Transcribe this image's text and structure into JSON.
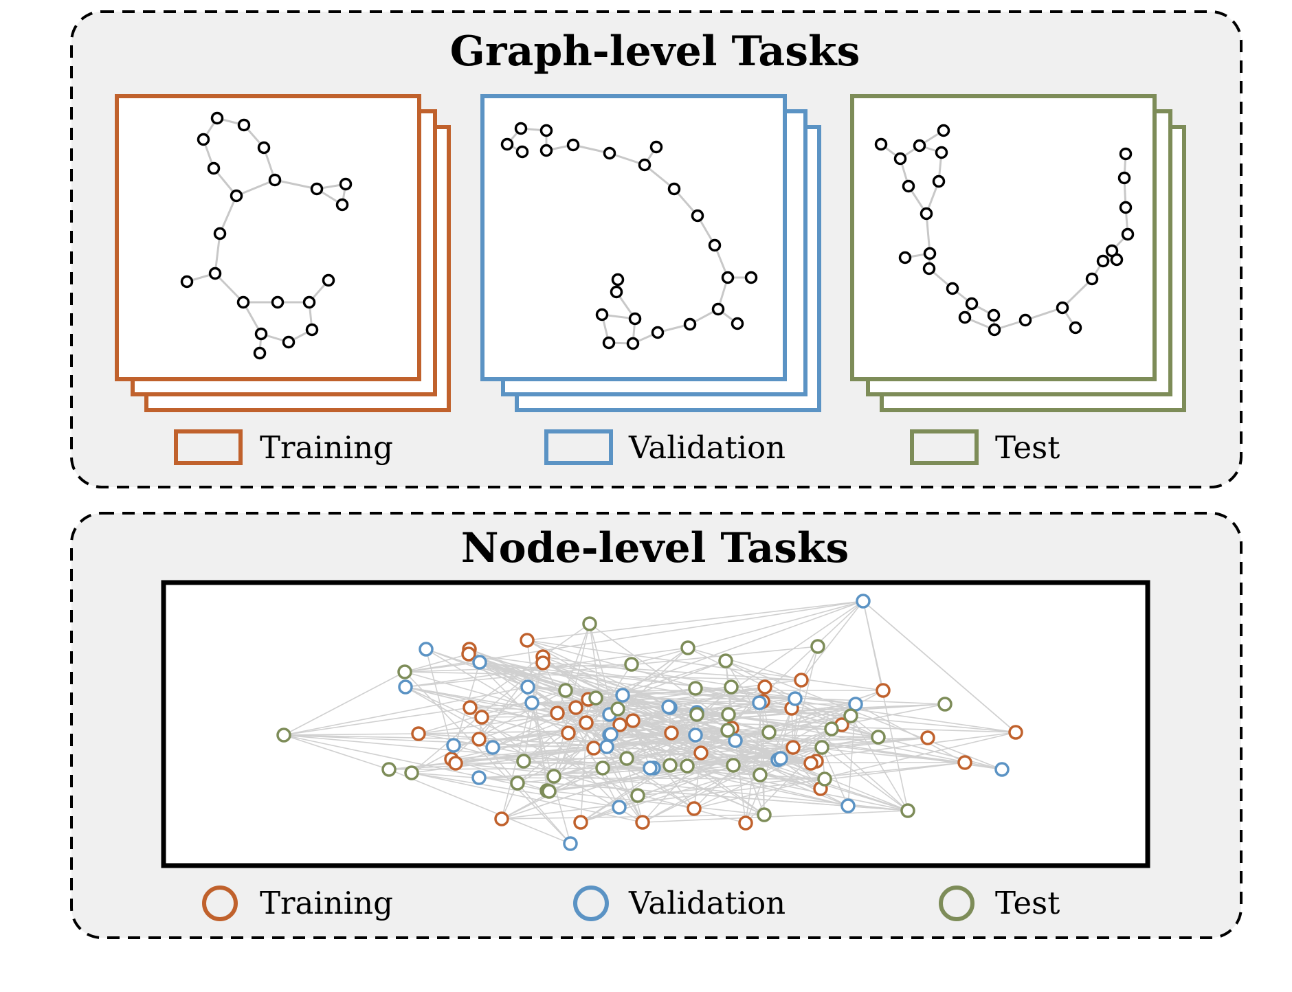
{
  "colors": {
    "training": "#c0612c",
    "validation": "#5b93c4",
    "test": "#7d8c58",
    "panel_bg": "#f0f0f0",
    "edge": "#c8c8c8",
    "node_stroke": "#000000"
  },
  "graph_level": {
    "title": "Graph-level Tasks",
    "legend": [
      {
        "key": "training",
        "label": "Training"
      },
      {
        "key": "validation",
        "label": "Validation"
      },
      {
        "key": "test",
        "label": "Test"
      }
    ]
  },
  "node_level": {
    "title": "Node-level Tasks",
    "legend": [
      {
        "key": "training",
        "label": "Training"
      },
      {
        "key": "validation",
        "label": "Validation"
      },
      {
        "key": "test",
        "label": "Test"
      }
    ]
  }
}
